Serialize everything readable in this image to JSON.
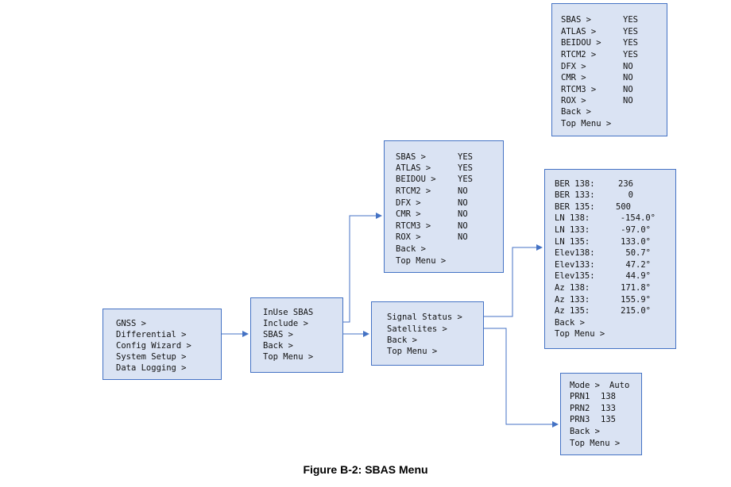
{
  "main_menu": [
    "GNSS >",
    "Differential >",
    "Config Wizard >",
    "System Setup >",
    "Data Logging >"
  ],
  "differential_menu": [
    "InUse SBAS",
    "Include >",
    "SBAS >",
    "Back >",
    "Top Menu >"
  ],
  "include_menu": {
    "items": [
      {
        "label": "SBAS >",
        "value": "YES"
      },
      {
        "label": "ATLAS >",
        "value": "YES"
      },
      {
        "label": "BEIDOU >",
        "value": "YES"
      },
      {
        "label": "RTCM2 >",
        "value": "NO"
      },
      {
        "label": "DFX >",
        "value": "NO"
      },
      {
        "label": "CMR >",
        "value": "NO"
      },
      {
        "label": "RTCM3 >",
        "value": "NO"
      },
      {
        "label": "ROX >",
        "value": "NO"
      }
    ],
    "back": "Back >",
    "top": "Top Menu >"
  },
  "top_right_menu": {
    "items": [
      {
        "label": "SBAS >",
        "value": "YES"
      },
      {
        "label": "ATLAS >",
        "value": "YES"
      },
      {
        "label": "BEIDOU >",
        "value": "YES"
      },
      {
        "label": "RTCM2 >",
        "value": "YES"
      },
      {
        "label": "DFX >",
        "value": "NO"
      },
      {
        "label": "CMR >",
        "value": "NO"
      },
      {
        "label": "RTCM3 >",
        "value": "NO"
      },
      {
        "label": "ROX >",
        "value": "NO"
      }
    ],
    "back": "Back >",
    "top": "Top Menu >"
  },
  "sbas_menu": [
    "Signal Status >",
    "Satellites >",
    "Back >",
    "Top Menu >"
  ],
  "signal_status": {
    "items": [
      {
        "label": "BER 138:",
        "value": "236"
      },
      {
        "label": "BER 133:",
        "value": "0"
      },
      {
        "label": "BER 135:",
        "value": "500"
      },
      {
        "label": "LN 138:",
        "value": "-154.0°"
      },
      {
        "label": "LN 133:",
        "value": "-97.0°"
      },
      {
        "label": "LN 135:",
        "value": "133.0°"
      },
      {
        "label": "Elev138:",
        "value": "50.7°"
      },
      {
        "label": "Elev133:",
        "value": "47.2°"
      },
      {
        "label": "Elev135:",
        "value": "44.9°"
      },
      {
        "label": "Az 138:",
        "value": "171.8°"
      },
      {
        "label": "Az 133:",
        "value": "155.9°"
      },
      {
        "label": "Az 135:",
        "value": "215.0°"
      }
    ],
    "back": "Back >",
    "top": "Top Menu >"
  },
  "satellites": {
    "items": [
      {
        "label": "Mode >",
        "value": "Auto"
      },
      {
        "label": "PRN1",
        "value": "138"
      },
      {
        "label": "PRN2",
        "value": "133"
      },
      {
        "label": "PRN3",
        "value": "135"
      }
    ],
    "back": "Back >",
    "top": "Top Menu >"
  },
  "caption": "Figure B-2: SBAS Menu"
}
